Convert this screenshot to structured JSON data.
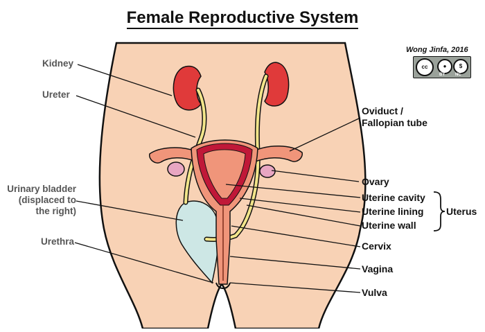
{
  "title": "Female Reproductive System",
  "credit": {
    "author": "Wong Jinfa, 2016",
    "badge_cc": "cc",
    "badge_by": "BY",
    "badge_nc": "NC"
  },
  "labels_left": {
    "kidney": "Kidney",
    "ureter": "Ureter",
    "bladder_1": "Urinary bladder",
    "bladder_2": "(displaced to",
    "bladder_3": "the right)",
    "urethra": "Urethra"
  },
  "labels_right": {
    "oviduct_1": "Oviduct /",
    "oviduct_2": "Fallopian tube",
    "ovary": "Ovary",
    "uterine_cavity": "Uterine cavity",
    "uterine_lining": "Uterine lining",
    "uterine_wall": "Uterine wall",
    "uterus": "Uterus",
    "cervix": "Cervix",
    "vagina": "Vagina",
    "vulva": "Vulva"
  },
  "colors": {
    "skin": "#f8d2b5",
    "kidney": "#e03a3a",
    "ureter": "#f2e58a",
    "uterus": "#f0957a",
    "uterine_lining": "#c01838",
    "ovary": "#e8a6c2",
    "bladder": "#cde7e5"
  }
}
